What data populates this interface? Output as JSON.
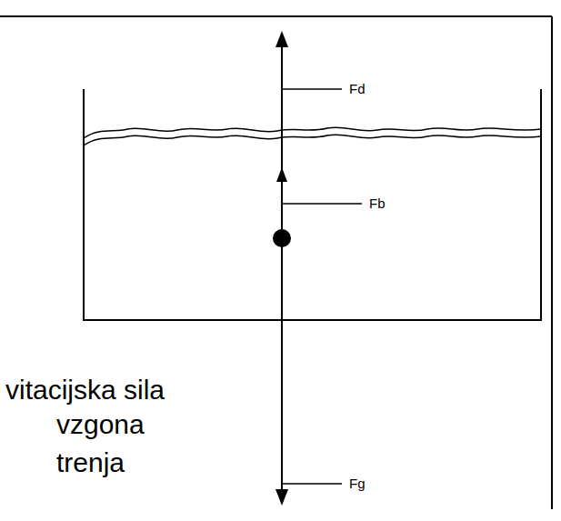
{
  "diagram": {
    "labels": [
      "Fd",
      "Fb",
      "Fg",
      "vitacijska sila",
      "vzgona",
      "trenja"
    ]
  }
}
